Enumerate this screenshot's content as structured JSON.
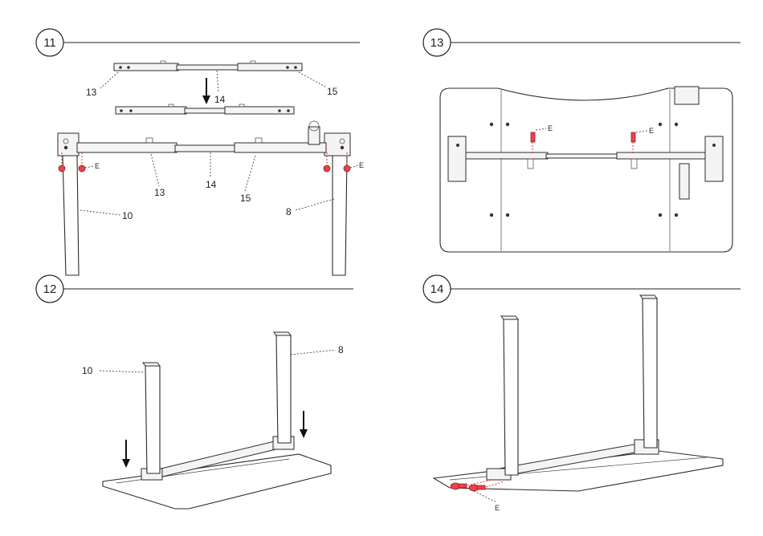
{
  "steps": [
    {
      "number": "11",
      "labels": {
        "part_a": "13",
        "part_b": "14",
        "part_c": "15",
        "part_a2": "13",
        "part_b2": "14",
        "part_c2": "15",
        "leg_left": "10",
        "leg_right": "8",
        "screw_left": "E",
        "screw_right": "E"
      }
    },
    {
      "number": "12",
      "labels": {
        "leg_left": "10",
        "leg_right": "8"
      }
    },
    {
      "number": "13",
      "labels": {
        "screw_left": "E",
        "screw_right": "E"
      }
    },
    {
      "number": "14",
      "labels": {
        "screw": "E"
      }
    }
  ],
  "colors": {
    "screw": "#e8434b",
    "line": "#2b2b2b"
  }
}
